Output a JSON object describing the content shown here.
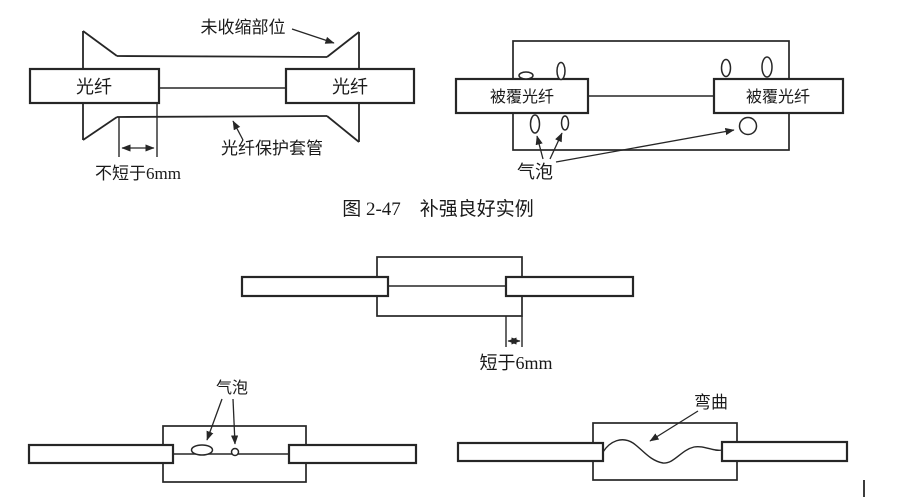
{
  "colors": {
    "line": "#262626",
    "text": "#1a1a1a",
    "background": "#ffffff"
  },
  "caption": {
    "text": "图 2-47　补强良好实例"
  },
  "top_left": {
    "label_unshrunk_area": "未收缩部位",
    "fiber_left": "光纤",
    "fiber_right": "光纤",
    "label_protect_sleeve": "光纤保护套管",
    "dim_not_shorter_6mm": "不短于6mm"
  },
  "top_right": {
    "coated_fiber_left": "被覆光纤",
    "coated_fiber_right": "被覆光纤",
    "label_bubbles": "气泡"
  },
  "middle": {
    "dim_shorter_6mm": "短于6mm"
  },
  "bottom_left": {
    "label_bubbles": "气泡"
  },
  "bottom_right": {
    "label_bend": "弯曲"
  }
}
